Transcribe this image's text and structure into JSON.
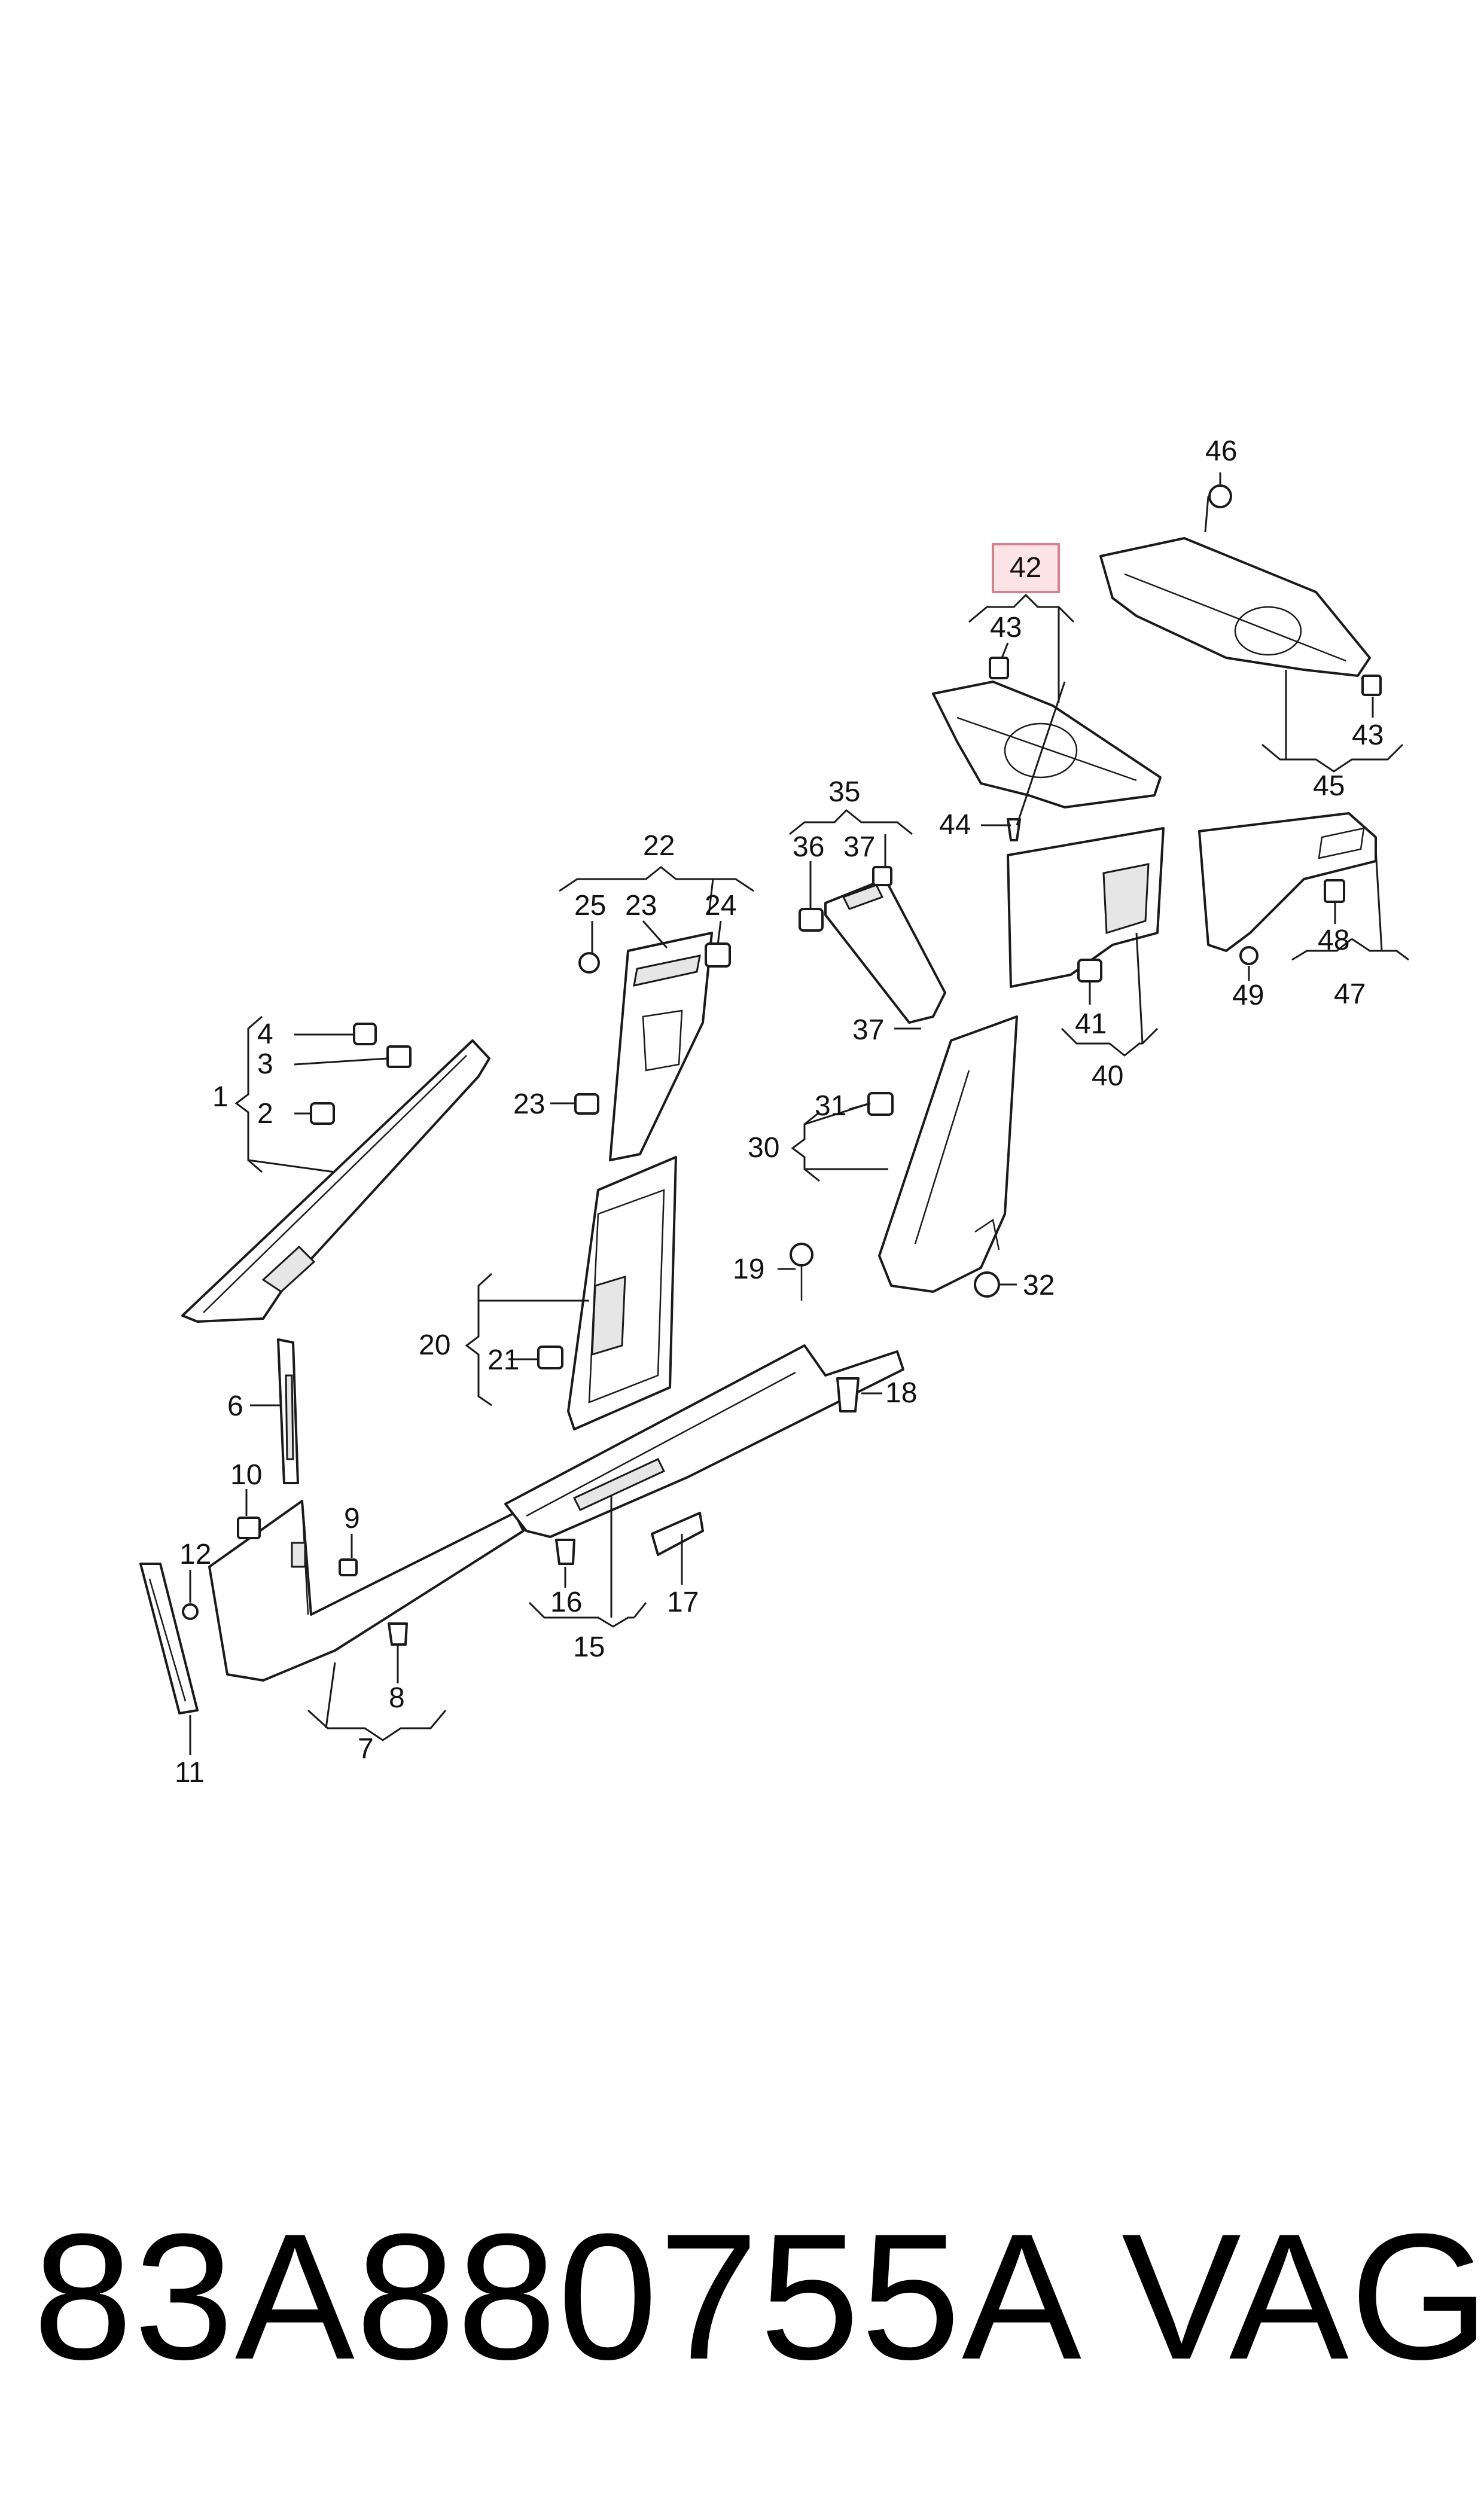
{
  "callouts": {
    "c1": "1",
    "c2": "2",
    "c3": "3",
    "c4": "4",
    "c6": "6",
    "c7": "7",
    "c8": "8",
    "c9": "9",
    "c10": "10",
    "c11": "11",
    "c12": "12",
    "c15": "15",
    "c16": "16",
    "c17": "17",
    "c18": "18",
    "c19": "19",
    "c20": "20",
    "c21": "21",
    "c22": "22",
    "c23a": "23",
    "c23b": "23",
    "c24": "24",
    "c25": "25",
    "c30": "30",
    "c31": "31",
    "c32": "32",
    "c35": "35",
    "c36": "36",
    "c37a": "37",
    "c37b": "37",
    "c40": "40",
    "c41": "41",
    "c42": "42",
    "c43a": "43",
    "c43b": "43",
    "c44": "44",
    "c45": "45",
    "c46": "46",
    "c47": "47",
    "c48": "48",
    "c49": "49"
  },
  "highlighted_callout": "42",
  "colors": {
    "highlight_fill": "#fbe3e6",
    "highlight_stroke": "#d9808c",
    "line": "#1a1a1a"
  },
  "footer": {
    "part_number": "83A880755A",
    "brand": "VAG"
  }
}
